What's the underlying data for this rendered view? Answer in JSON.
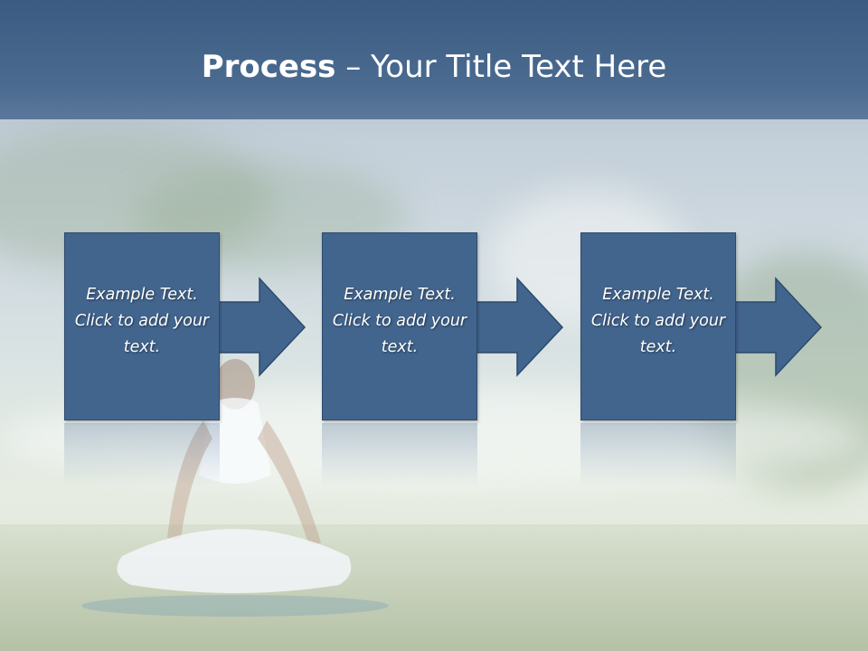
{
  "slide": {
    "title_bold": "Process",
    "title_rest": " – Your Title Text Here",
    "steps": [
      {
        "text": "Example Text. Click  to add your text."
      },
      {
        "text": "Example Text. Click  to add your text."
      },
      {
        "text": "Example Text. Click  to add your text."
      }
    ]
  },
  "colors": {
    "title_band": "#4a6a90",
    "box_fill": "#42658e",
    "box_border": "#2c4a6e",
    "text": "#ffffff"
  }
}
